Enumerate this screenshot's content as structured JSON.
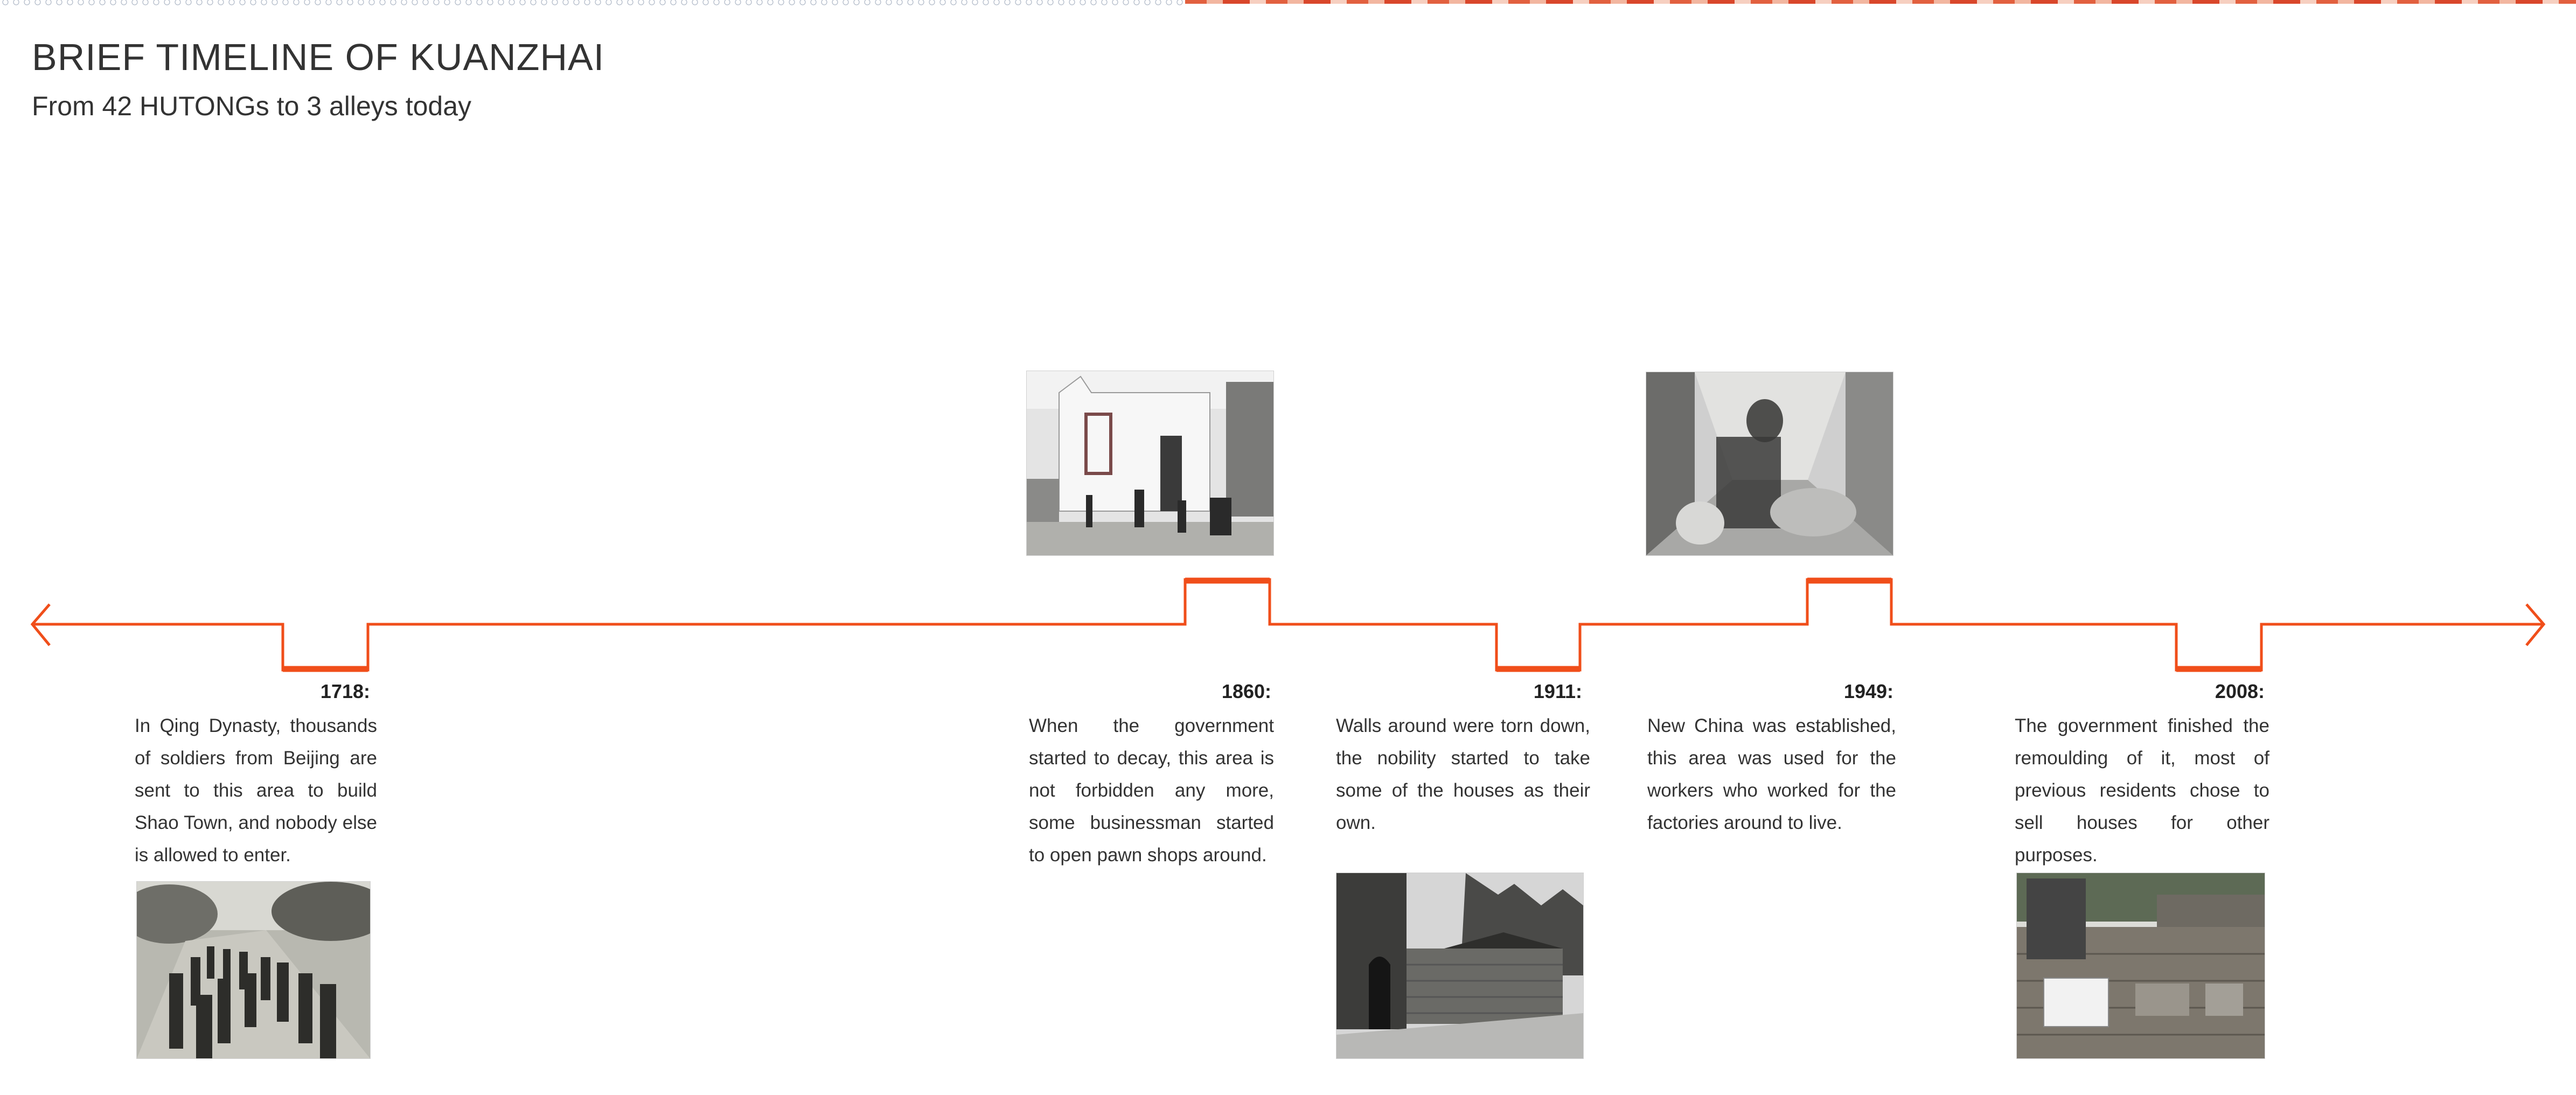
{
  "header": {
    "title": "BRIEF TIMELINE OF KUANZHAI",
    "subtitle": "From 42 HUTONGs to 3 alleys today"
  },
  "colors": {
    "accent": "#f04e1a",
    "text": "#333333"
  },
  "timeline": {
    "events": [
      {
        "year": "1718:",
        "description": "In Qing Dynasty, thousands of soldiers from Beijing are sent to this area to build Shao Town, and nobody else is allowed to enter.",
        "notch": "below",
        "photo": "soldiers-marching-photo"
      },
      {
        "year": "1860:",
        "description": "When the government started to decay, this area is not forbidden any more, some businessman started to open pawn shops around.",
        "notch": "above",
        "photo": "pawn-shop-building-photo"
      },
      {
        "year": "1911:",
        "description": "Walls around were torn down, the nobility started to take some of the houses as their own.",
        "notch": "below",
        "photo": "old-alley-gate-photo"
      },
      {
        "year": "1949:",
        "description": "New China was established, this area was used for the workers who worked for the factories around to live.",
        "notch": "above",
        "photo": "workers-alley-photo"
      },
      {
        "year": "2008:",
        "description": "The government finished the remoulding of it, most of previous residents chose to sell houses for other purposes.",
        "notch": "below",
        "photo": "kuanzhai-sign-wall-photo"
      }
    ]
  }
}
